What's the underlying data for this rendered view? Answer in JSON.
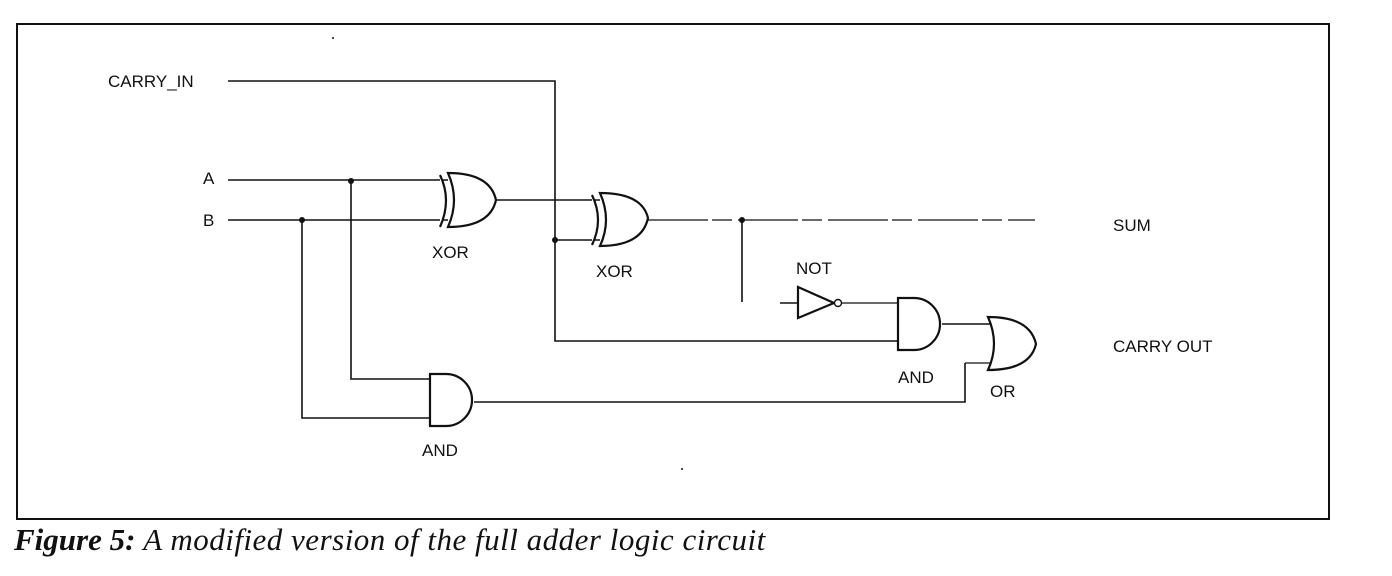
{
  "diagram": {
    "type": "logic-circuit",
    "title": "Full adder (modified)",
    "inputs": {
      "carry_in": "CARRY_IN",
      "a": "A",
      "b": "B"
    },
    "outputs": {
      "sum": "SUM",
      "carry_out": "CARRY OUT"
    },
    "gates": {
      "xor1": "XOR",
      "xor2": "XOR",
      "not1": "NOT",
      "and1": "AND",
      "and2": "AND",
      "or1": "OR"
    }
  },
  "caption": {
    "figure_label": "Figure 5:",
    "text": "A modified version of the full adder logic circuit"
  }
}
